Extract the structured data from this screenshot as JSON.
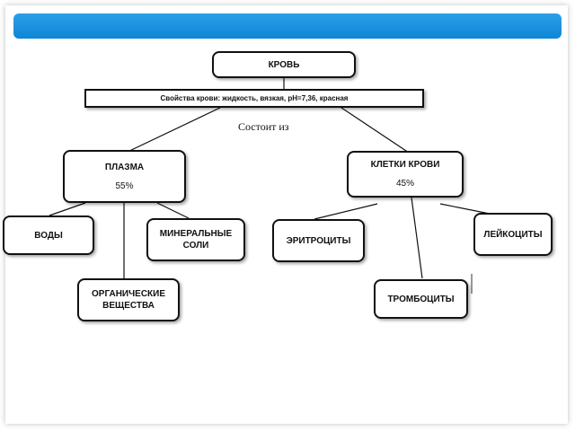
{
  "diagram": {
    "root": "КРОВЬ",
    "properties": "Свойства крови: жидкость, вязкая, рН=7,36, красная",
    "consists_of": "Состоит из",
    "plasma": {
      "label": "ПЛАЗМА",
      "percent": "55%"
    },
    "cells": {
      "label": "КЛЕТКИ КРОВИ",
      "percent": "45%"
    },
    "plasma_children": {
      "water": "ВОДЫ",
      "minerals": "МИНЕРАЛЬНЫЕ СОЛИ",
      "organic": "ОРГАНИЧЕСКИЕ ВЕЩЕСТВА"
    },
    "cell_children": {
      "erythrocytes": "ЭРИТРОЦИТЫ",
      "leukocytes": "ЛЕЙКОЦИТЫ",
      "thrombocytes": "ТРОМБОЦИТЫ"
    }
  },
  "colors": {
    "header": "#1a94e0",
    "border": "#111111"
  }
}
